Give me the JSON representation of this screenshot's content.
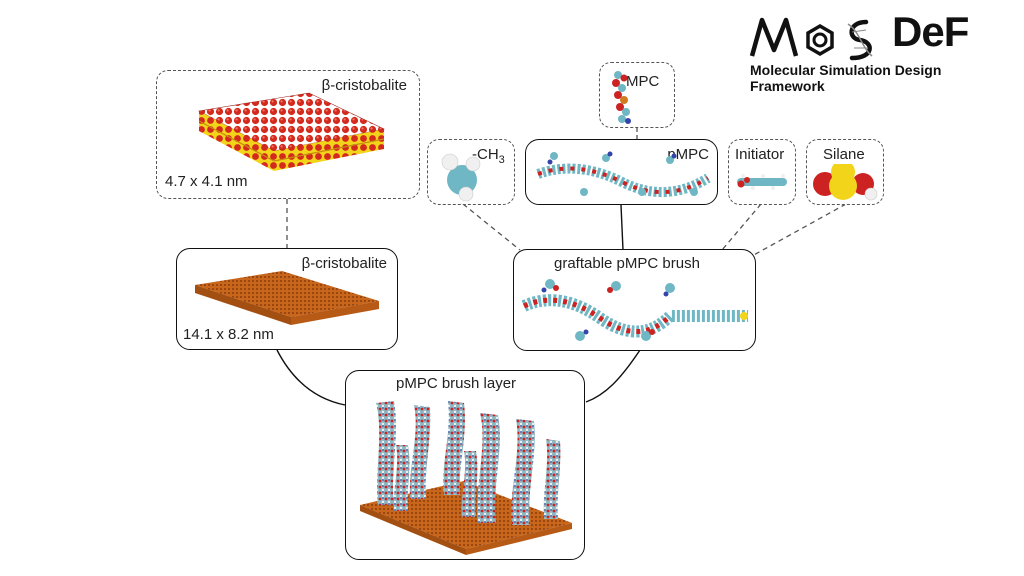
{
  "logo": {
    "text_def": "DeF",
    "subtitle": "Molecular Simulation Design Framework"
  },
  "nodes": {
    "cristobalite_small": {
      "title": "β-cristobalite",
      "size": "4.7 x 4.1 nm"
    },
    "cristobalite_large": {
      "title": "β-cristobalite",
      "size": "14.1 x 8.2 nm"
    },
    "mpc": {
      "title": "MPC"
    },
    "ch3": {
      "title": "-CH",
      "subscript": "3"
    },
    "pmpc": {
      "title": "pMPC"
    },
    "initiator": {
      "title": "Initiator"
    },
    "silane": {
      "title": "Silane"
    },
    "graftable_brush": {
      "title": "graftable pMPC brush"
    },
    "brush_layer": {
      "title": "pMPC brush layer"
    }
  },
  "colors": {
    "silica_red": "#d42a1e",
    "silica_yellow": "#f2d51a",
    "substrate_orange": "#c8661c",
    "carbon_cyan": "#6fb7c4",
    "oxygen_red": "#cc2222",
    "nitrogen_blue": "#3344aa",
    "hydrogen_white": "#f0f0f0"
  }
}
